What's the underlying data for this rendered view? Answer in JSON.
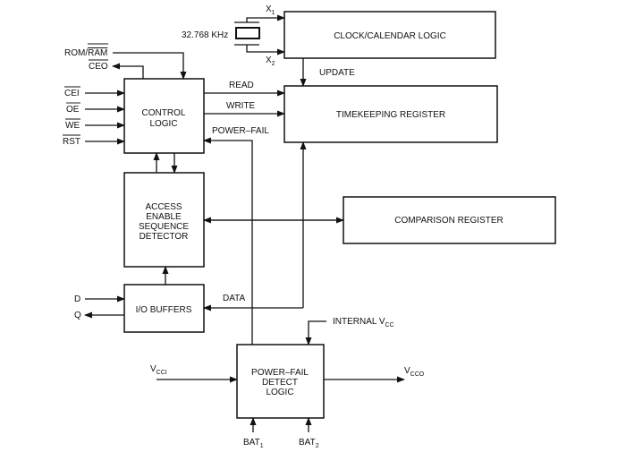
{
  "blocks": {
    "clock": "CLOCK/CALENDAR LOGIC",
    "timekeeping": "TIMEKEEPING REGISTER",
    "control": [
      "CONTROL",
      "LOGIC"
    ],
    "access": [
      "ACCESS",
      "ENABLE",
      "SEQUENCE",
      "DETECTOR"
    ],
    "comparison": "COMPARISON REGISTER",
    "io": "I/O BUFFERS",
    "powerfail": [
      "POWER–FAIL",
      "DETECT",
      "LOGIC"
    ]
  },
  "signals": {
    "crystal": "32.768 KHz",
    "x1": "X",
    "x1_sub": "1",
    "x2": "X",
    "x2_sub": "2",
    "rom_ram": "ROM/",
    "rom_ram_bar": "RAM",
    "ceo": "CEO",
    "cei": "CEI",
    "oe": "OE",
    "we": "WE",
    "rst": "RST",
    "read": "READ",
    "write": "WRITE",
    "power_fail": "POWER–FAIL",
    "update": "UPDATE",
    "data": "DATA",
    "d": "D",
    "q": "Q",
    "internal_vcc": "INTERNAL V",
    "internal_vcc_sub": "CC",
    "vcci": "V",
    "vcci_sub": "CCI",
    "vcco": "V",
    "vcco_sub": "CCO",
    "bat1": "BAT",
    "bat1_sub": "1",
    "bat2": "BAT",
    "bat2_sub": "2"
  }
}
